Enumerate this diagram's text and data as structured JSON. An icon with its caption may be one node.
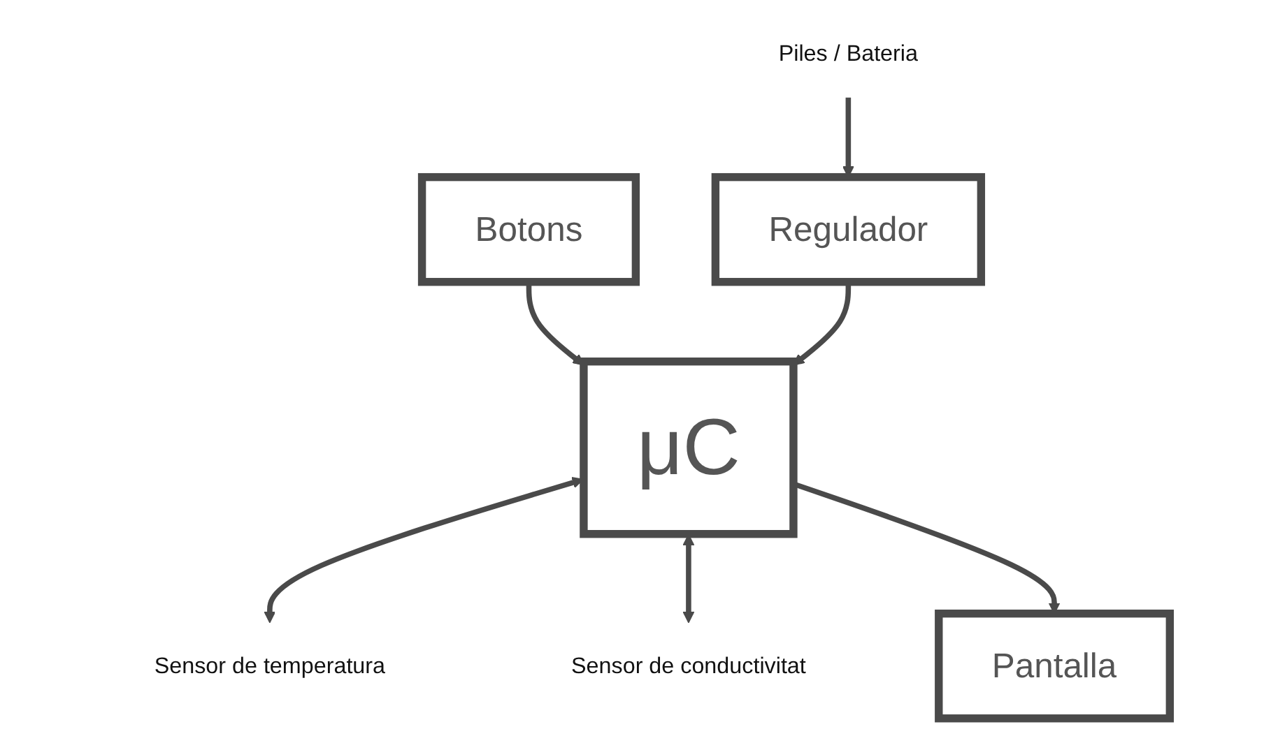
{
  "diagram": {
    "nodes": [
      {
        "text": [
          "Botons"
        ]
      },
      {
        "text": [
          "Regulador"
        ]
      },
      {
        "text": [
          "μC"
        ]
      },
      {
        "text": [
          "Sensor de temperatura"
        ]
      },
      {
        "text": [
          "Piles / Bateria"
        ]
      },
      {
        "text": [
          "Sensor de conductivitat"
        ]
      },
      {
        "text": [
          "Pantalla"
        ]
      }
    ],
    "edges": [
      {
        "from": 0,
        "to": 2,
        "arrow": "to"
      },
      {
        "from": 1,
        "to": 2,
        "arrow": "to"
      },
      {
        "from": 4,
        "to": 1,
        "arrow": "to"
      },
      {
        "from": 2,
        "to": 3,
        "arrow": "both"
      },
      {
        "from": 2,
        "to": 5,
        "arrow": "both"
      },
      {
        "from": 2,
        "to": 6,
        "arrow": "to"
      }
    ]
  }
}
